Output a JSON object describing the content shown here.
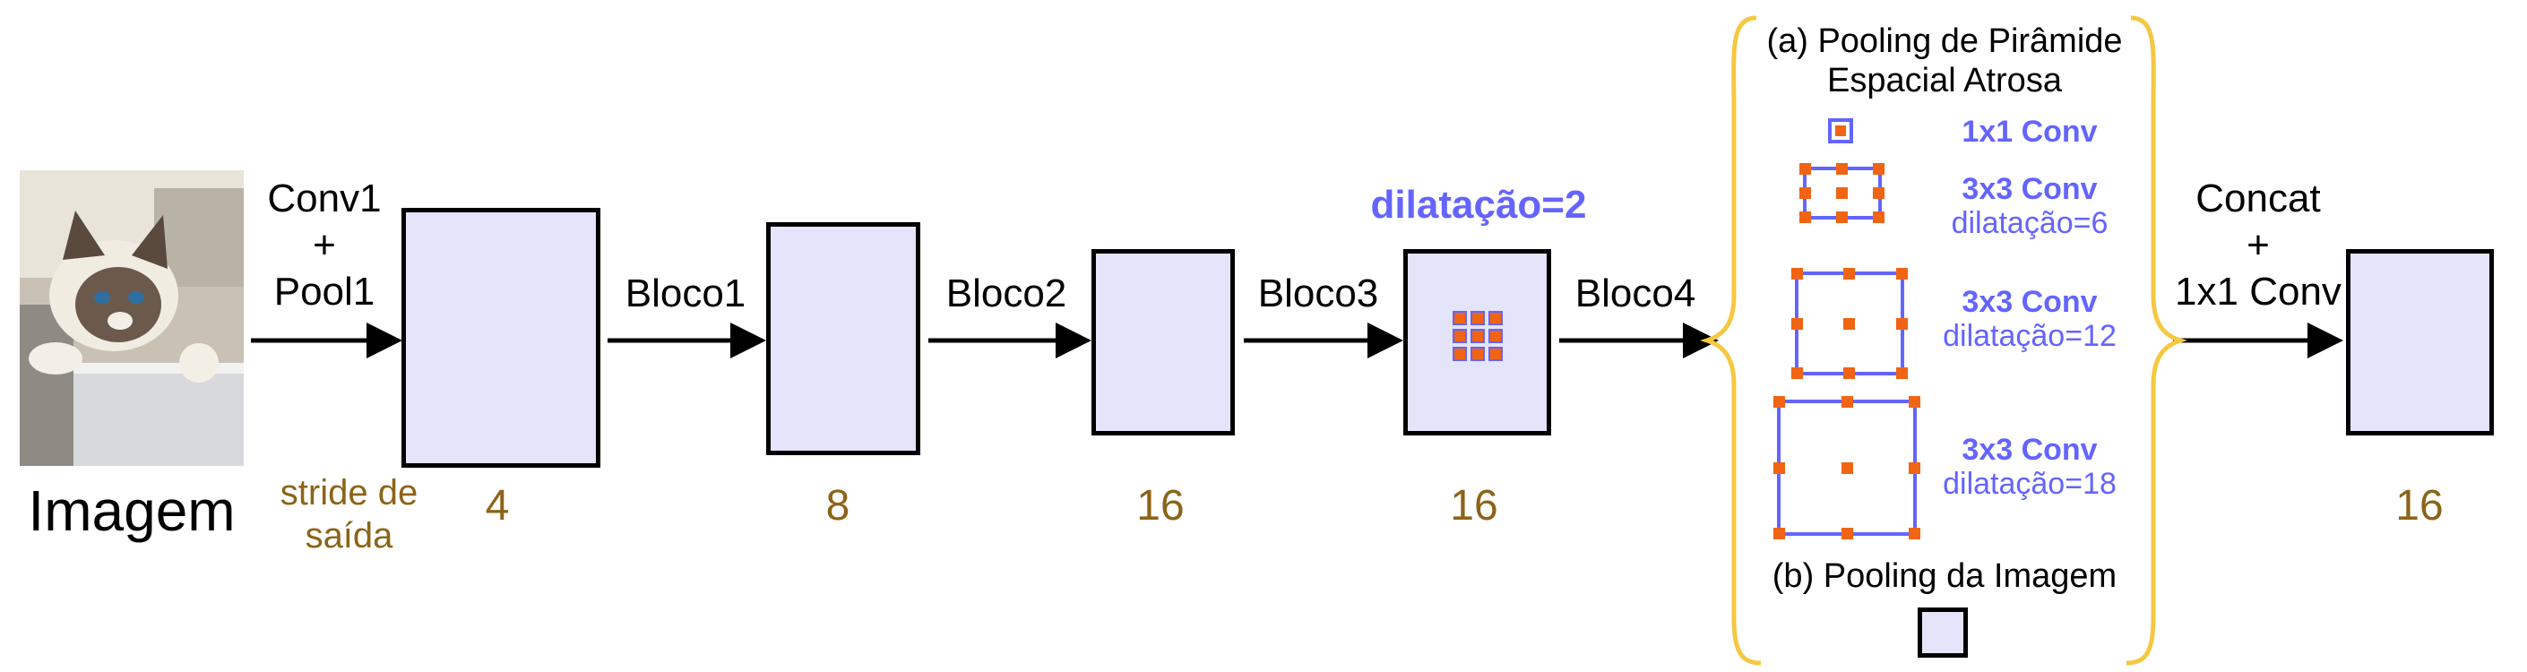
{
  "input": {
    "label": "Imagem",
    "photo": "cat-photo"
  },
  "stride_label": {
    "line1": "stride de",
    "line2": "saída"
  },
  "arrows": {
    "conv1_line1": "Conv1",
    "conv1_line2": "+",
    "conv1_line3": "Pool1",
    "bloco1": "Bloco1",
    "bloco2": "Bloco2",
    "bloco3": "Bloco3",
    "bloco4": "Bloco4",
    "concat_line1": "Concat",
    "concat_line2": "+",
    "concat_line3": "1x1 Conv"
  },
  "strides": {
    "s1": "4",
    "s2": "8",
    "s3": "16",
    "s4": "16",
    "s5": "16"
  },
  "dilation_top": "dilatação=2",
  "aspp": {
    "title_line1": "(a) Pooling de Pirâmide",
    "title_line2": "Espacial Atrosa",
    "conv1": {
      "name": "1x1 Conv"
    },
    "conv2": {
      "name": "3x3 Conv",
      "dilation": "dilatação=6"
    },
    "conv3": {
      "name": "3x3 Conv",
      "dilation": "dilatação=12"
    },
    "conv4": {
      "name": "3x3 Conv",
      "dilation": "dilatação=18"
    },
    "image_pooling": "(b) Pooling da Imagem"
  },
  "colors": {
    "feature_fill": "#e4e4fa",
    "stride_text": "#8c6418",
    "conv_blue": "#6464ff",
    "kernel_orange": "#f06414",
    "brace_yellow": "#f5c842"
  }
}
